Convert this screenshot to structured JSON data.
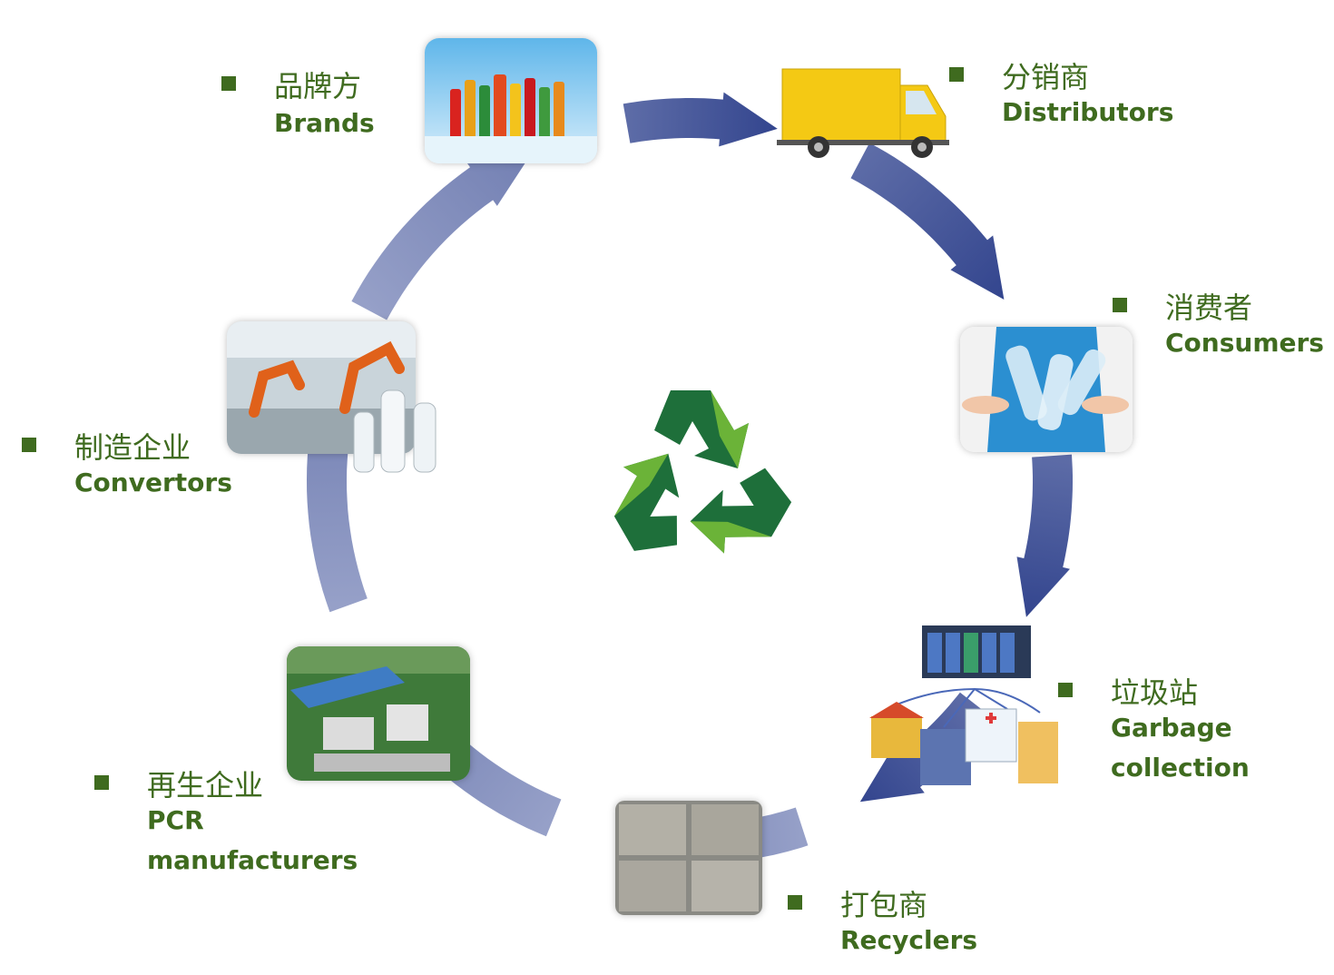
{
  "colors": {
    "label_green": "#3f6b1f",
    "arrow_dark": "#2c3f8a",
    "arrow_light": "#b9c0dc",
    "recycle_dark": "#1e6f3a",
    "recycle_light": "#6bb338"
  },
  "nodes": [
    {
      "id": "brands",
      "zh": "品牌方",
      "en": [
        "Brands"
      ],
      "icon": "beverage-bottles-photo"
    },
    {
      "id": "distributors",
      "zh": "分销商",
      "en": [
        "Distributors"
      ],
      "icon": "delivery-truck-photo"
    },
    {
      "id": "consumers",
      "zh": "消费者",
      "en": [
        "Consumers"
      ],
      "icon": "person-holding-bottles-photo"
    },
    {
      "id": "garbage",
      "zh": "垃圾站",
      "en": [
        "Garbage",
        "collection"
      ],
      "icon": "collection-station-buildings-photo"
    },
    {
      "id": "recyclers",
      "zh": "打包商",
      "en": [
        "Recyclers"
      ],
      "icon": "baled-plastic-photo"
    },
    {
      "id": "pcr",
      "zh": "再生企业",
      "en": [
        "PCR",
        "manufacturers"
      ],
      "icon": "factory-aerial-photo"
    },
    {
      "id": "convertors",
      "zh": "制造企业",
      "en": [
        "Convertors"
      ],
      "icon": "robot-arm-factory-photo"
    }
  ],
  "center_icon": "recycle-icon"
}
